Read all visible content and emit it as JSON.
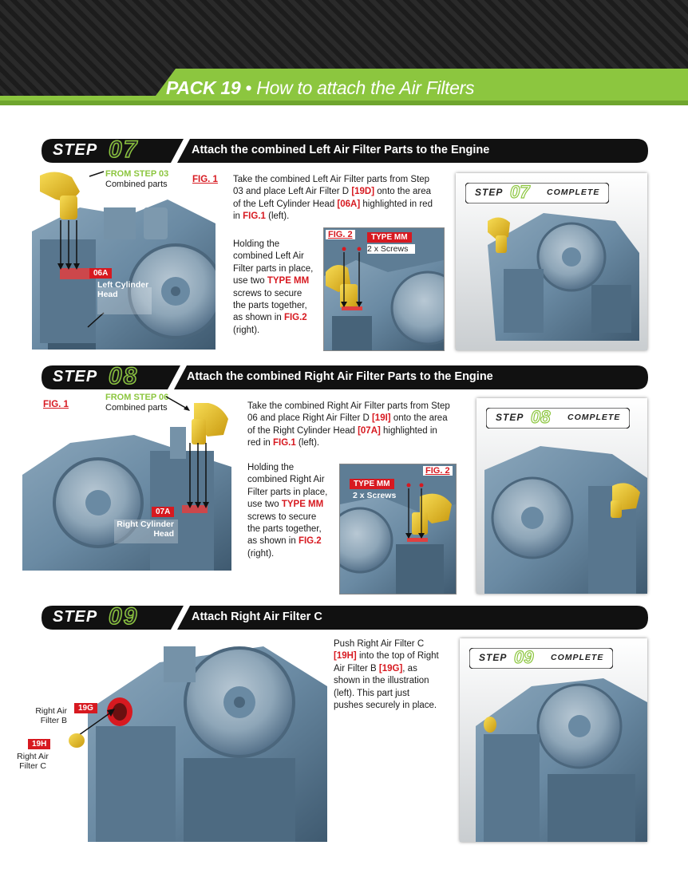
{
  "colors": {
    "accent_green": "#8cc63f",
    "alert_red": "#d71920",
    "engine_blue": "#6a8aa3",
    "dark_bar": "#1a1a1a",
    "part_yellow": "#e8c21a"
  },
  "header": {
    "pack": "PACK 19",
    "separator": " • ",
    "title": "How to attach the Air Filters"
  },
  "steps": [
    {
      "step_word": "STEP",
      "step_num": "07",
      "title": "Attach the combined Left Air Filter Parts to the Engine",
      "from_step_heading": "FROM STEP 03",
      "from_step_sub": "Combined parts",
      "fig1_label": "FIG. 1",
      "para1": [
        {
          "t": "Take the combined Left Air Filter parts from Step 03 and place Left Air Filter D "
        },
        {
          "t": "[19D]",
          "red": true
        },
        {
          "t": " onto the area of the Left Cylinder Head "
        },
        {
          "t": "[06A]",
          "red": true
        },
        {
          "t": " highlighted in red in "
        },
        {
          "t": "FIG.1",
          "red": true
        },
        {
          "t": " (left)."
        }
      ],
      "para2": [
        {
          "t": "Holding the combined Left Air Filter parts in place, use two "
        },
        {
          "t": "TYPE MM",
          "red": true
        },
        {
          "t": " screws to secure the parts together, as shown in "
        },
        {
          "t": "FIG.2",
          "red": true
        },
        {
          "t": " (right)."
        }
      ],
      "part_tag": "06A",
      "part_label": "Left Cylinder Head",
      "fig2_label": "FIG. 2",
      "screw_tag": "TYPE MM",
      "screw_count": "2 x Screws",
      "complete_step": "STEP",
      "complete_num": "07",
      "complete_word": "COMPLETE"
    },
    {
      "step_word": "STEP",
      "step_num": "08",
      "title": "Attach the combined Right Air Filter Parts to the Engine",
      "from_step_heading": "FROM STEP 06",
      "from_step_sub": "Combined parts",
      "fig1_label": "FIG. 1",
      "para1": [
        {
          "t": "Take the combined Right Air Filter parts from Step 06 and place Right Air Filter D "
        },
        {
          "t": "[19I]",
          "red": true
        },
        {
          "t": " onto the area of the Right Cylinder Head "
        },
        {
          "t": "[07A]",
          "red": true
        },
        {
          "t": " highlighted in red in "
        },
        {
          "t": "FIG.1",
          "red": true
        },
        {
          "t": " (left)."
        }
      ],
      "para2": [
        {
          "t": "Holding the combined Right Air Filter parts in place, use two "
        },
        {
          "t": "TYPE MM",
          "red": true
        },
        {
          "t": " screws to secure the parts together, as shown in "
        },
        {
          "t": "FIG.2",
          "red": true
        },
        {
          "t": " (right)."
        }
      ],
      "part_tag": "07A",
      "part_label": "Right Cylinder Head",
      "fig2_label": "FIG. 2",
      "screw_tag": "TYPE MM",
      "screw_count": "2 x Screws",
      "complete_step": "STEP",
      "complete_num": "08",
      "complete_word": "COMPLETE"
    },
    {
      "step_word": "STEP",
      "step_num": "09",
      "title": "Attach Right Air Filter C",
      "para1": [
        {
          "t": "Push Right Air Filter C "
        },
        {
          "t": "[19H]",
          "red": true
        },
        {
          "t": " into the top of Right Air Filter B "
        },
        {
          "t": "[19G]",
          "red": true
        },
        {
          "t": ", as shown in the illustration (left). This part just pushes securely in place."
        }
      ],
      "tag_g": "19G",
      "label_g": "Right Air Filter B",
      "tag_h": "19H",
      "label_h": "Right Air Filter C",
      "complete_step": "STEP",
      "complete_num": "09",
      "complete_word": "COMPLETE"
    }
  ]
}
